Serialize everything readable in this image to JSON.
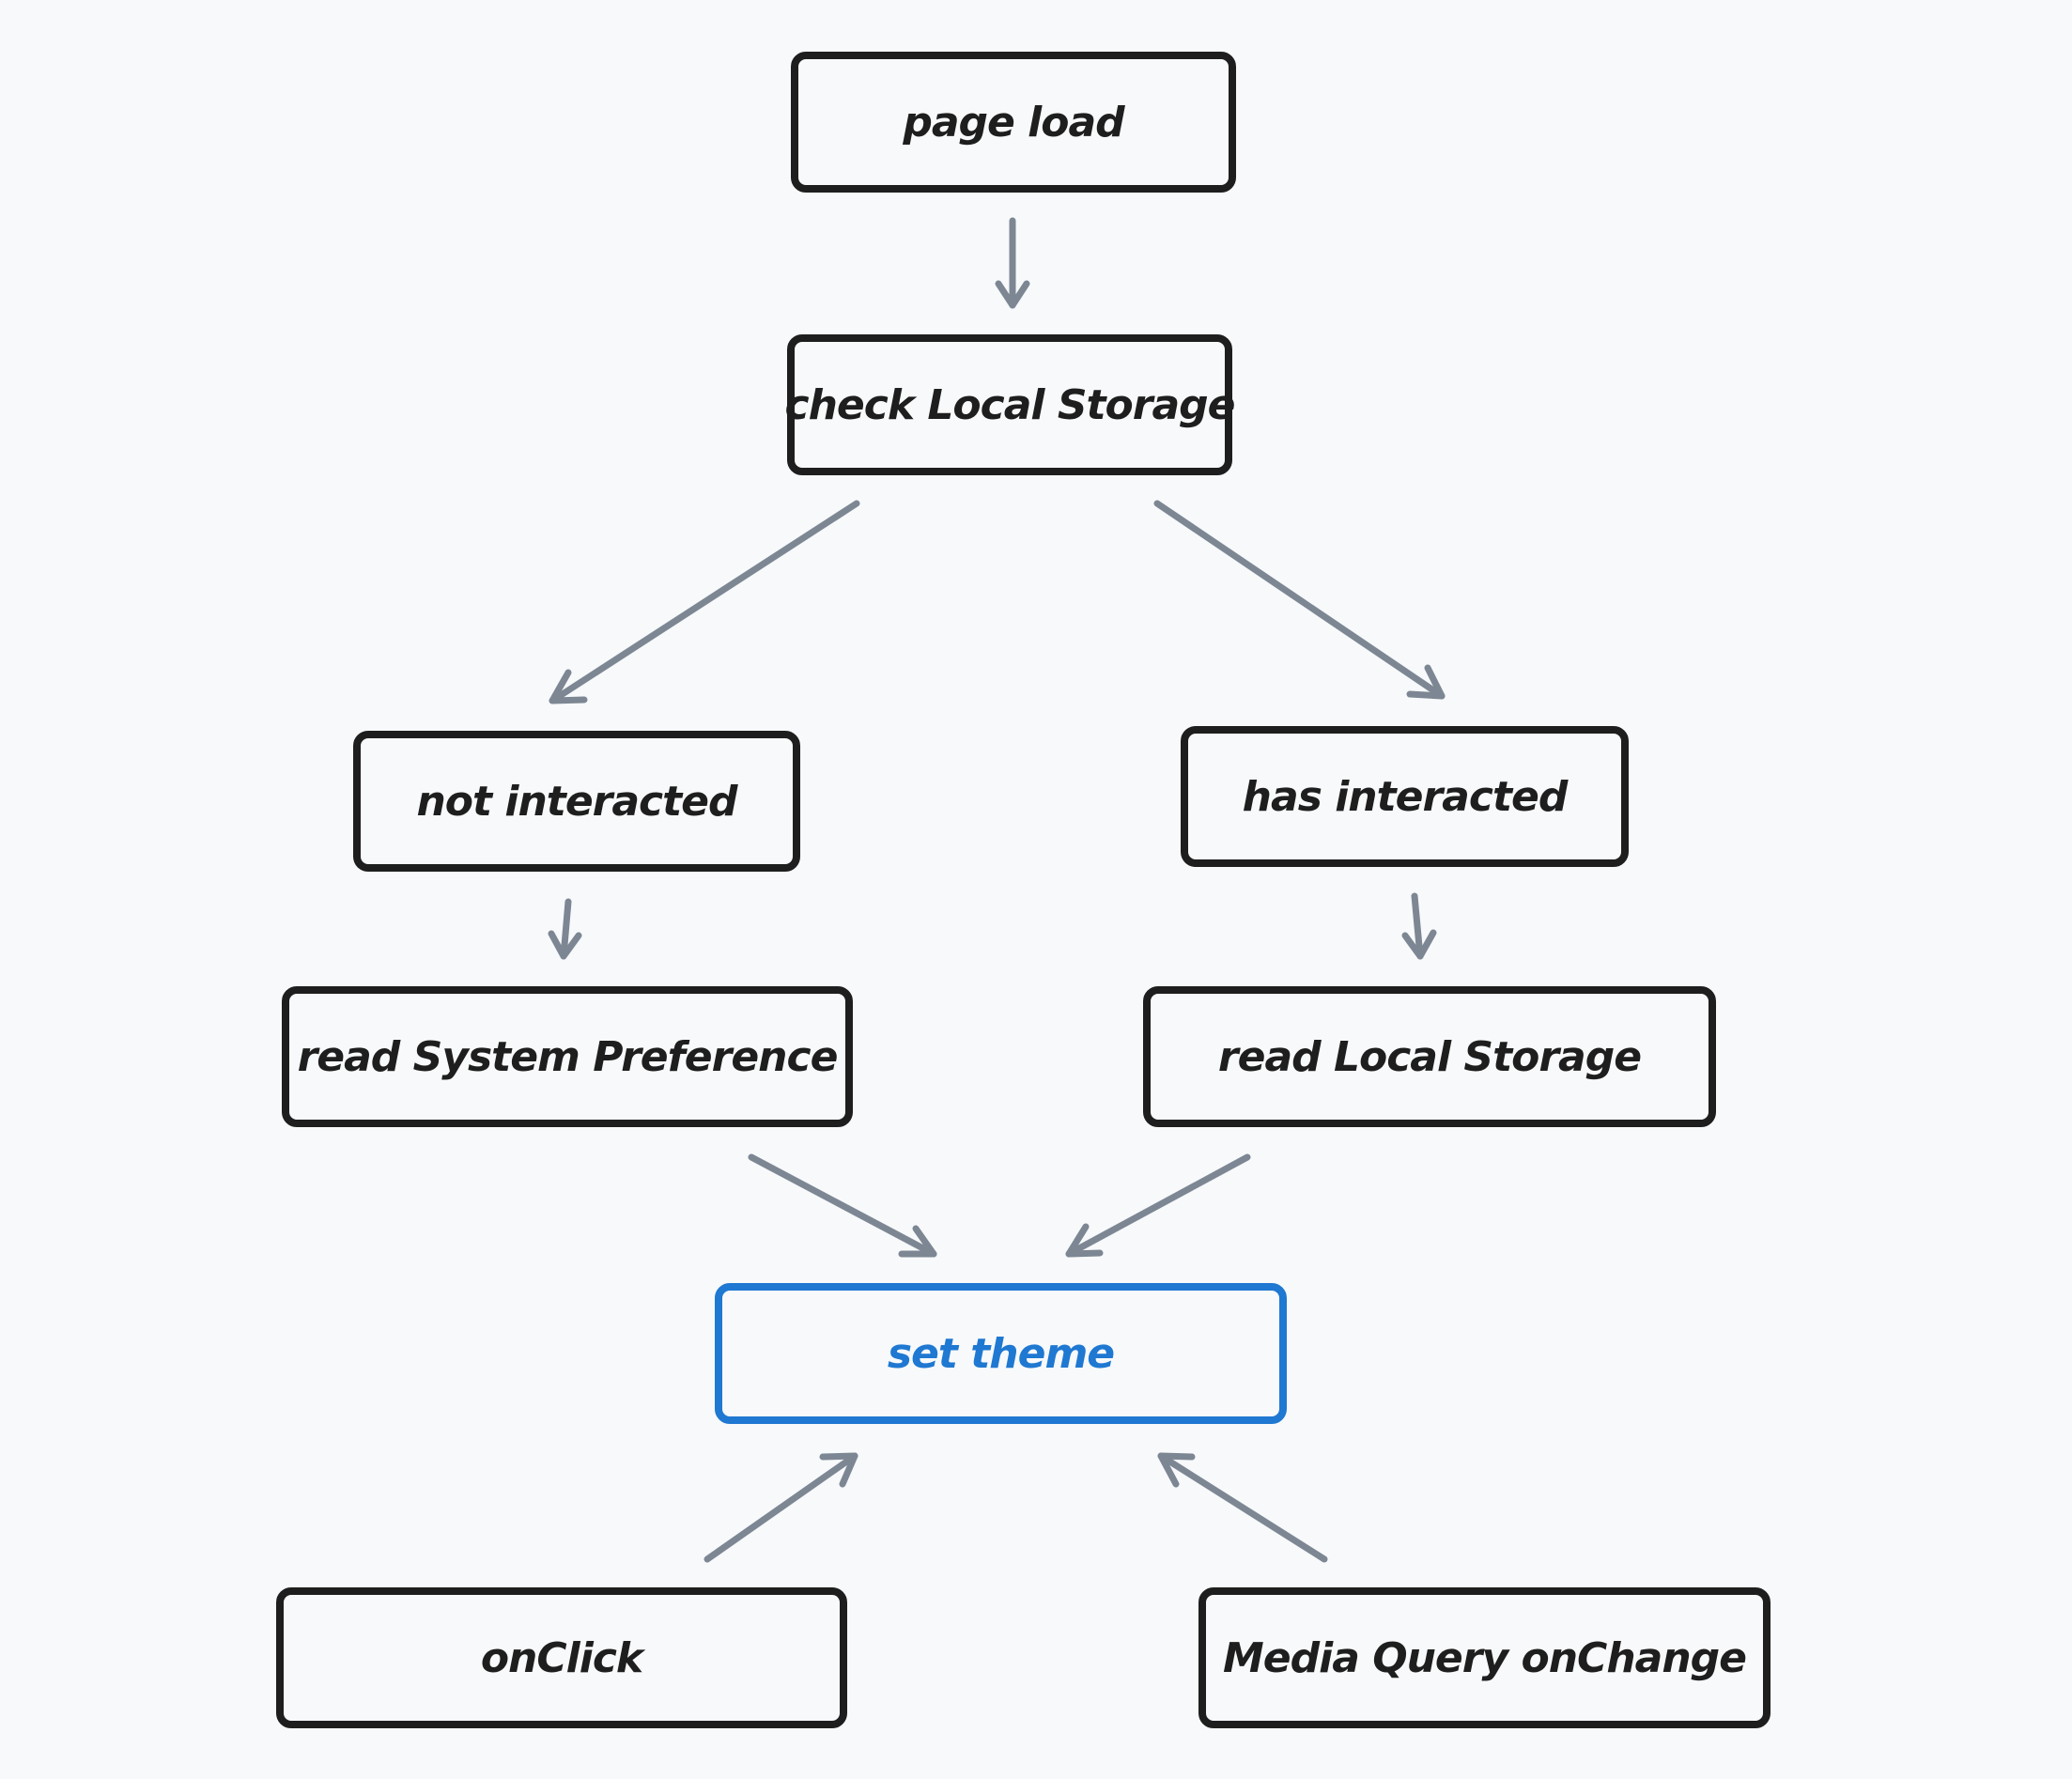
{
  "colors": {
    "background": "#f7f9fb",
    "node_border": "#1e1e1e",
    "node_text": "#1e1e1e",
    "highlight": "#1f78d1",
    "arrow": "#7d8793"
  },
  "nodes": {
    "page_load": "page load",
    "check_local_storage": "check Local Storage",
    "not_interacted": "not interacted",
    "has_interacted": "has interacted",
    "read_system_preference": "read System Preference",
    "read_local_storage": "read Local Storage",
    "set_theme": "set theme",
    "on_click": "onClick",
    "media_query_on_change": "Media Query onChange"
  }
}
